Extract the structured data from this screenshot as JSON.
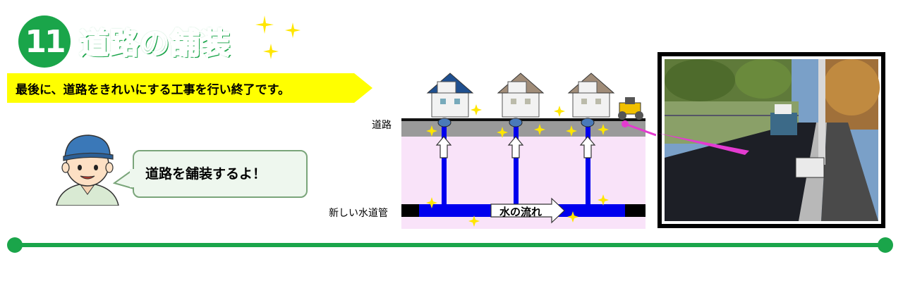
{
  "step_number": "11",
  "title": "道路の舗装",
  "banner": "最後に、道路をきれいにする工事を行い終了です。",
  "speech": "道路を舗装するよ！",
  "diagram": {
    "road_label": "道路",
    "pipe_label": "新しい水道管",
    "flow_label": "水の流れ"
  },
  "colors": {
    "accent_green": "#1aa54a",
    "banner_yellow": "#ffff00",
    "pipe_blue": "#0000ee",
    "ground_pink": "#f9e3f9",
    "arrow_magenta": "#e43bd0"
  }
}
